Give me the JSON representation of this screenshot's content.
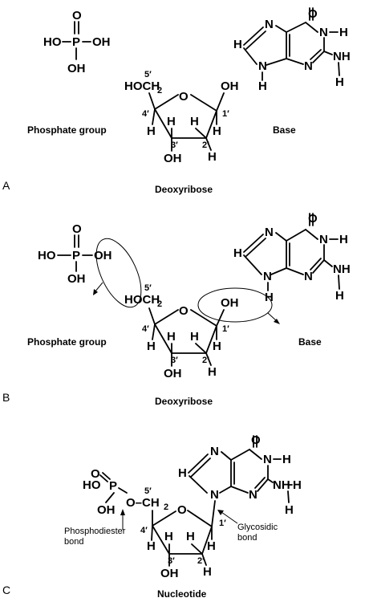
{
  "atoms": {
    "O": "O",
    "OH": "OH",
    "HO": "HO",
    "P": "P",
    "H": "H",
    "N": "N",
    "NH": "NH",
    "HOCH2": "HOCH",
    "OCH2": "O–CH",
    "sub2": "2"
  },
  "ring_numbers": {
    "c1": "1′",
    "c2": "2′",
    "c3": "3′",
    "c4": "4′",
    "c5": "5′"
  },
  "labels": {
    "phosphate_group": "Phosphate group",
    "base": "Base",
    "deoxyribose": "Deoxyribose",
    "nucleotide": "Nucleotide"
  },
  "annotations": {
    "phosphodiester_1": "Phosphodiester",
    "phosphodiester_2": "bond",
    "glycosidic_1": "Glycosidic",
    "glycosidic_2": "bond"
  },
  "panels": {
    "a": "A",
    "b": "B",
    "c": "C"
  }
}
